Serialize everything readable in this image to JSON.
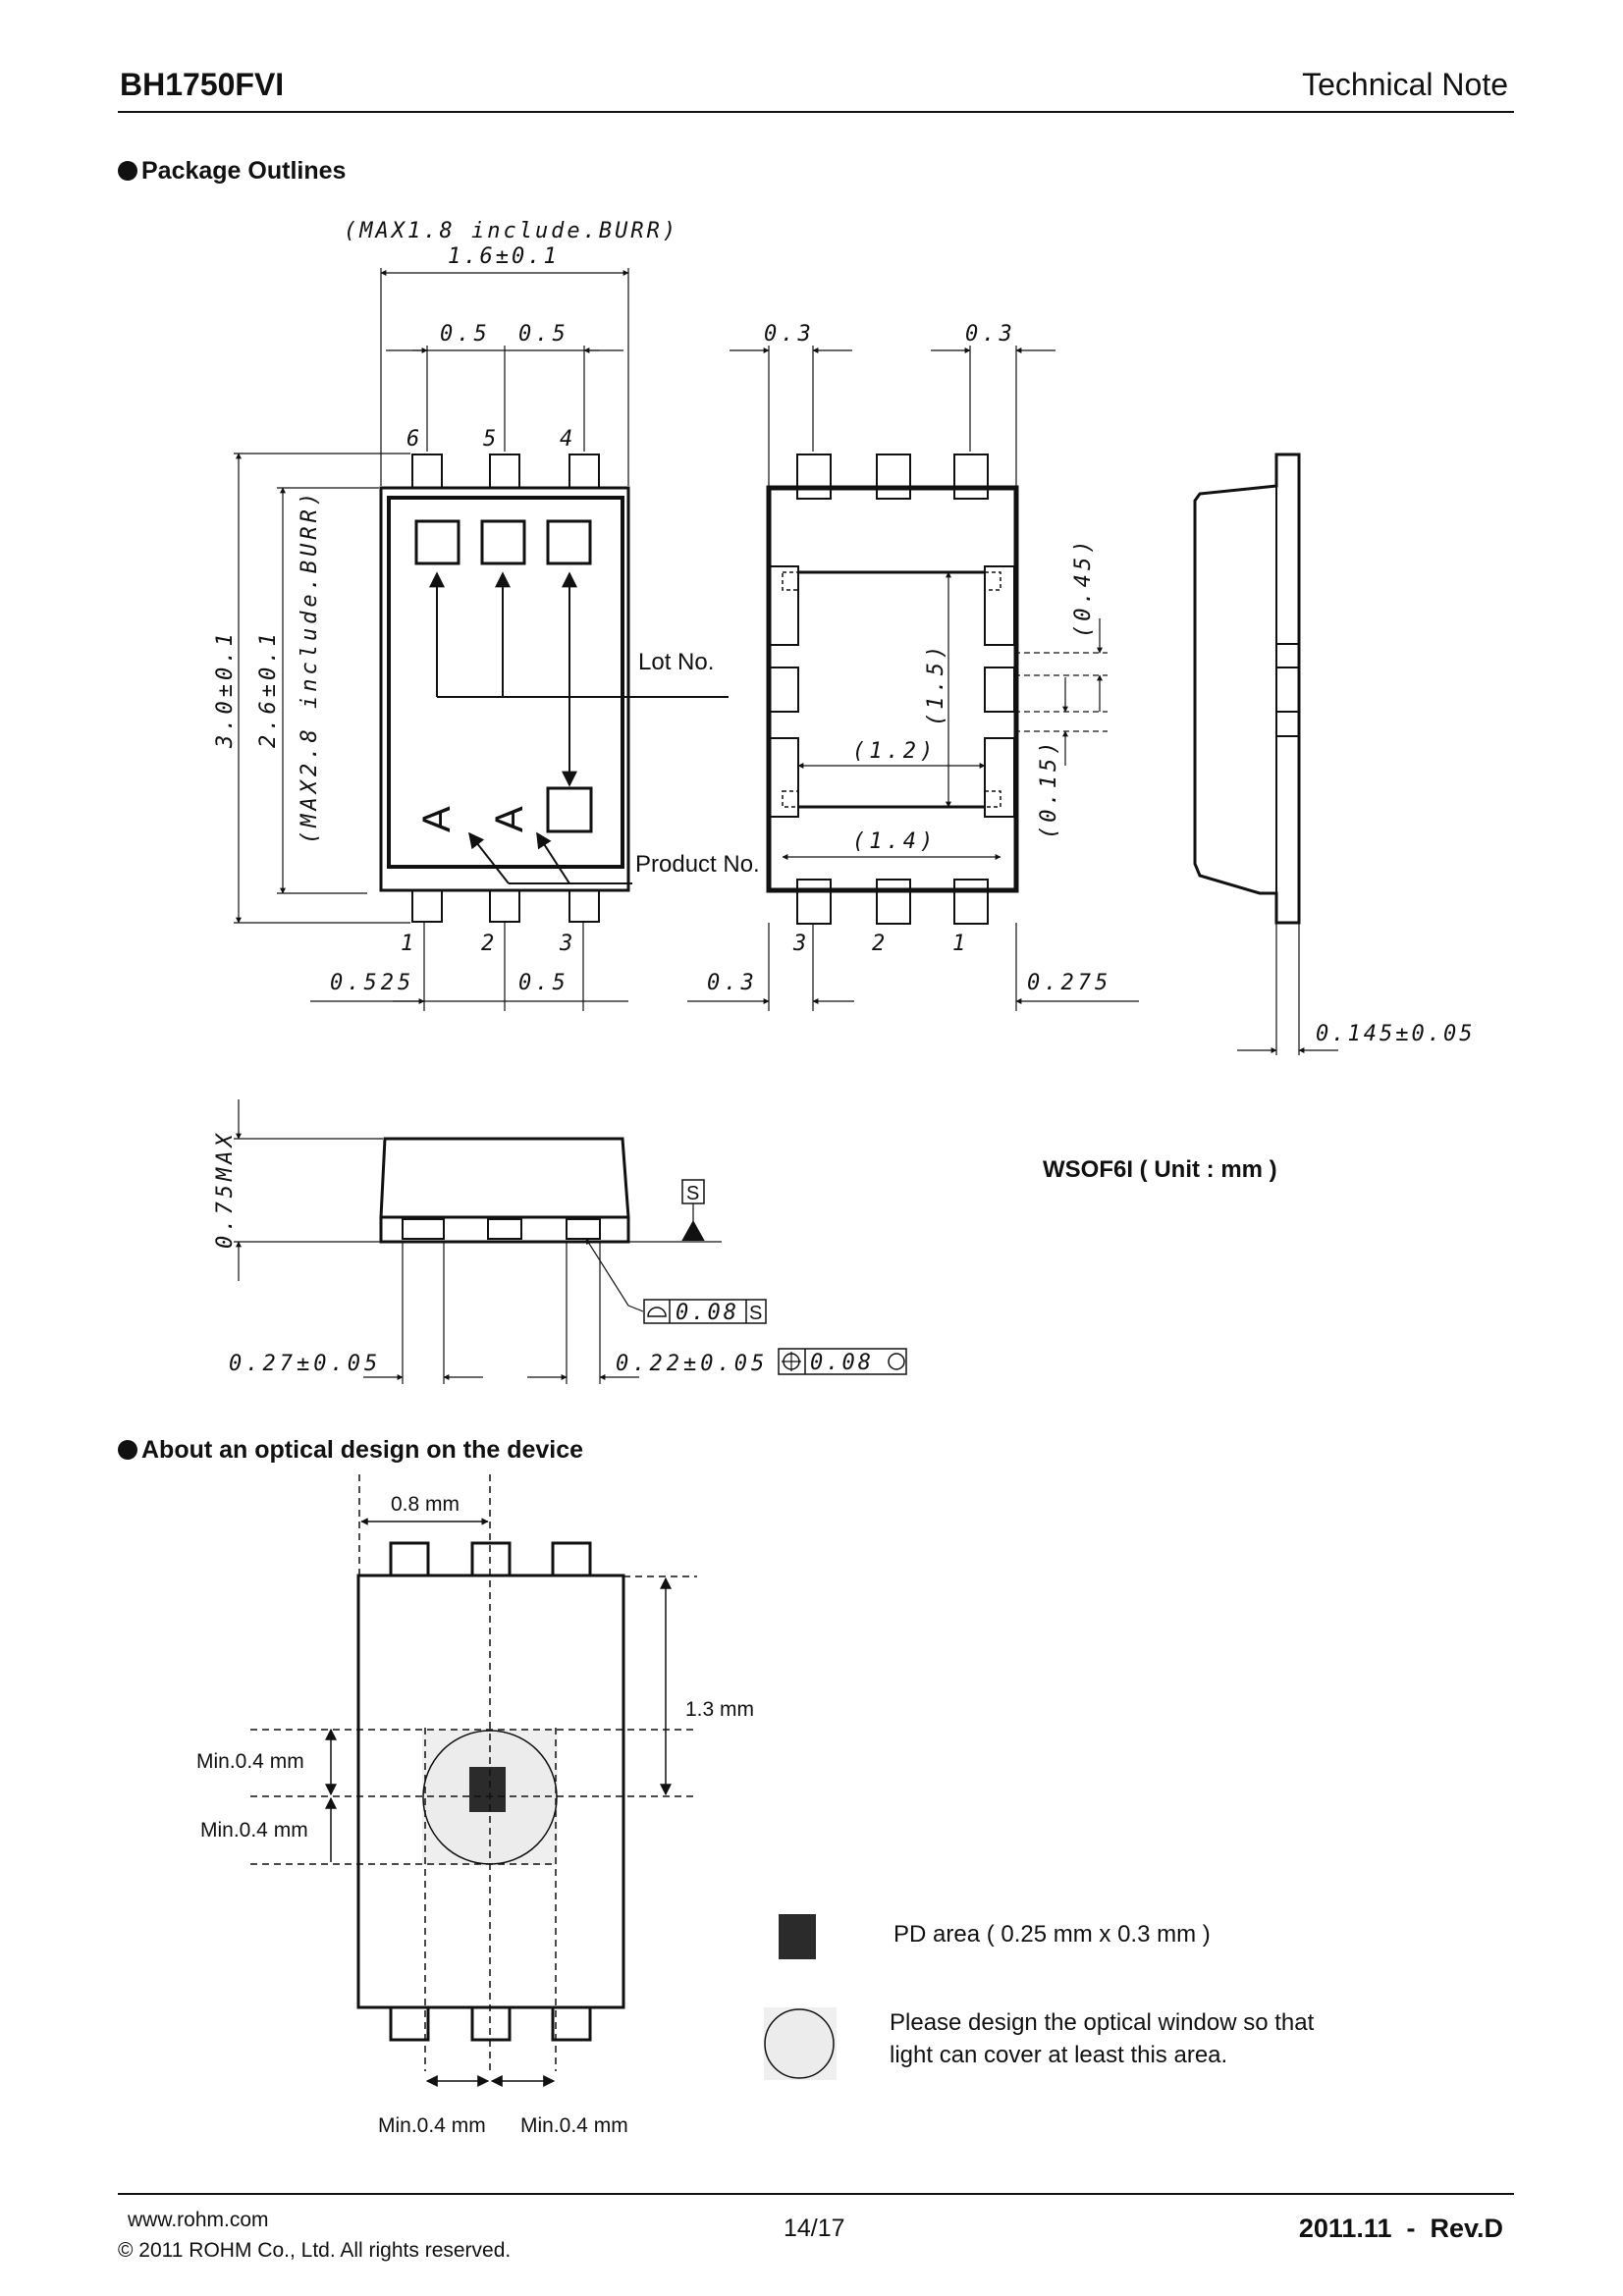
{
  "header": {
    "part_number": "BH1750FVI",
    "doc_type": "Technical Note"
  },
  "sections": {
    "package_outlines": "Package Outlines",
    "optical_design": "About an optical design on the device"
  },
  "package_drawing": {
    "dim_overall_width_note": "(MAX1.8 include.BURR)",
    "dim_overall_width": "1.6±0.1",
    "dim_pitch_a": "0.5",
    "dim_pitch_b": "0.5",
    "dim_pad_left": "0.3",
    "dim_pad_right": "0.3",
    "pin_top": [
      "6",
      "5",
      "4"
    ],
    "pin_bottom": [
      "1",
      "2",
      "3"
    ],
    "pin_bottom_view": [
      "3",
      "2",
      "1"
    ],
    "dim_height_outer": "3.0±0.1",
    "dim_height_inner": "2.6±0.1",
    "dim_height_note": "(MAX2.8 include.BURR)",
    "label_lot": "Lot No.",
    "label_product": "Product No.",
    "marking_char": "A",
    "dim_045": "(0.45)",
    "dim_15": "(1.5)",
    "dim_12": "(1.2)",
    "dim_14": "(1.4)",
    "dim_015": "(0.15)",
    "dim_0525": "0.525",
    "dim_05_bottom": "0.5",
    "dim_03_bottom": "0.3",
    "dim_0275": "0.275",
    "dim_0145": "0.145±0.05",
    "dim_075max": "0.75MAX",
    "datum_s": "S",
    "flatness_value": "0.08",
    "dim_027": "0.27±0.05",
    "dim_022": "0.22±0.05",
    "position_value": "0.08",
    "package_name": "WSOF6I ( Unit : mm )"
  },
  "optical_drawing": {
    "dim_08": "0.8 mm",
    "dim_13": "1.3 mm",
    "dim_min_upper": "Min.0.4 mm",
    "dim_min_lower": "Min.0.4 mm",
    "dim_min_bottom_left": "Min.0.4 mm",
    "dim_min_bottom_right": "Min.0.4 mm",
    "legend_pd": "PD area ( 0.25 mm x 0.3 mm )",
    "legend_window_line1": "Please design the optical window so that",
    "legend_window_line2": "light can cover at least this area."
  },
  "footer": {
    "url": "www.rohm.com",
    "copyright": "© 2011 ROHM Co., Ltd. All rights reserved.",
    "page": "14/17",
    "revision": "2011.11  -  Rev.D"
  }
}
